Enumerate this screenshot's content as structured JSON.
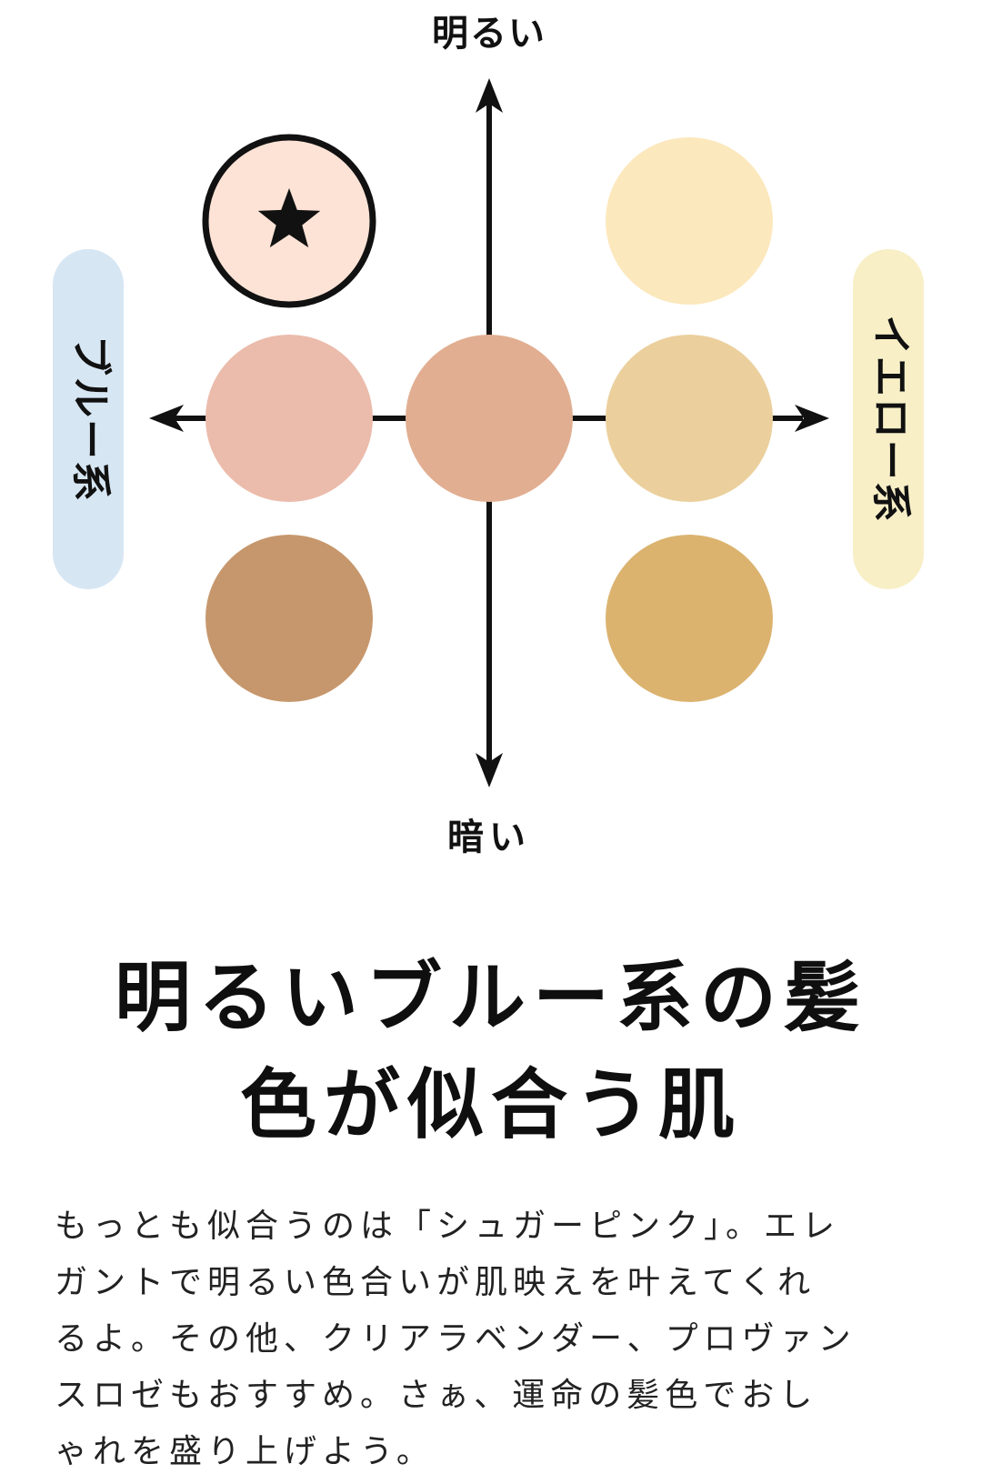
{
  "diagram": {
    "axes": {
      "top": "明るい",
      "bottom": "暗い",
      "left": "ブルー系",
      "right": "イエロー系"
    },
    "colors": {
      "left_pill": "#d7e6f3",
      "right_pill": "#f8efc7",
      "axis": "#111111",
      "highlight_ring": "#111111",
      "star": "#111111"
    },
    "swatches": [
      {
        "row": "top",
        "col": "left",
        "color": "#fde3d6",
        "selected": true,
        "marker": "star-icon"
      },
      {
        "row": "top",
        "col": "right",
        "color": "#fce8bd",
        "selected": false
      },
      {
        "row": "middle",
        "col": "left",
        "color": "#ebbbab",
        "selected": false
      },
      {
        "row": "middle",
        "col": "center",
        "color": "#e1ae91",
        "selected": false
      },
      {
        "row": "middle",
        "col": "right",
        "color": "#ebd09d",
        "selected": false
      },
      {
        "row": "bottom",
        "col": "left",
        "color": "#c6976c",
        "selected": false
      },
      {
        "row": "bottom",
        "col": "right",
        "color": "#dbb36f",
        "selected": false
      }
    ]
  },
  "headline": {
    "line1": "明るいブルー系の髪",
    "line2": "色が似合う肌"
  },
  "body": {
    "lines": [
      "もっとも似合うのは「シュガーピンク」。エレ",
      "ガントで明るい色合いが肌映えを叶えてくれ",
      "るよ。その他、クリアラベンダー、プロヴァン",
      "スロゼもおすすめ。さぁ、運命の髪色でおし",
      "ゃれを盛り上げよう。"
    ]
  }
}
